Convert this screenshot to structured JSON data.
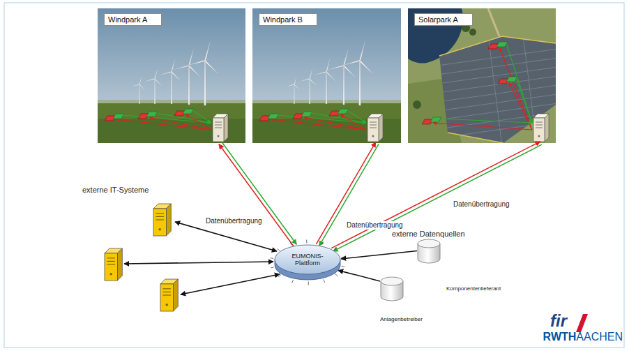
{
  "diagram": {
    "nodes": [
      {
        "text": [
          "Windpark A"
        ]
      },
      {
        "text": [
          "Windpark B"
        ]
      },
      {
        "text": [
          "Solarpark A"
        ]
      },
      {
        "text": [
          "EUMONIS-Plattform"
        ]
      },
      {
        "text": [
          "Komponentenlieferant"
        ]
      },
      {
        "text": [
          "Anlagenbetreiber"
        ]
      }
    ],
    "edges": [
      {
        "from": 0,
        "to": 3,
        "label": "Datenübertragung",
        "arrow": "both"
      },
      {
        "from": 1,
        "to": 3,
        "label": "Datenübertragung",
        "arrow": "both"
      },
      {
        "from": 2,
        "to": 3,
        "label": "Datenübertragung",
        "arrow": "both"
      },
      {
        "from": 4,
        "to": 3,
        "arrow": "to"
      },
      {
        "from": 5,
        "to": 3,
        "arrow": "to"
      }
    ],
    "labels": [
      "externe IT-Systeme",
      "externe Datenquellen",
      "fir",
      "RWTH",
      "AACHEN"
    ]
  }
}
